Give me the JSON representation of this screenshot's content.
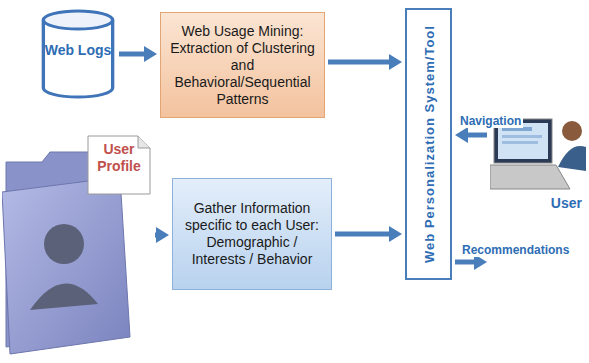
{
  "diagram": {
    "nodes": [
      {
        "text": [
          "Web Logs"
        ]
      },
      {
        "text": [
          "Web Usage Mining: Extraction of Clustering and Behavioral/Sequential Patterns"
        ]
      },
      {
        "text": [
          "Web Personalization System/Tool"
        ]
      },
      {
        "text": [
          "User Profile"
        ]
      },
      {
        "text": [
          "Gather Information specific to each User: Demographic / Interests / Behavior"
        ]
      },
      {
        "text": [
          "User"
        ]
      }
    ],
    "edges": [
      {
        "from": 0,
        "to": 1,
        "arrow": "to"
      },
      {
        "from": 1,
        "to": 2,
        "arrow": "to"
      },
      {
        "from": 3,
        "to": 4,
        "arrow": "to"
      },
      {
        "from": 4,
        "to": 2,
        "arrow": "to"
      },
      {
        "from": 5,
        "to": 2,
        "label": "Navigation",
        "arrow": "to"
      },
      {
        "from": 2,
        "to": 5,
        "label": "Recommendations",
        "arrow": "to"
      }
    ]
  }
}
